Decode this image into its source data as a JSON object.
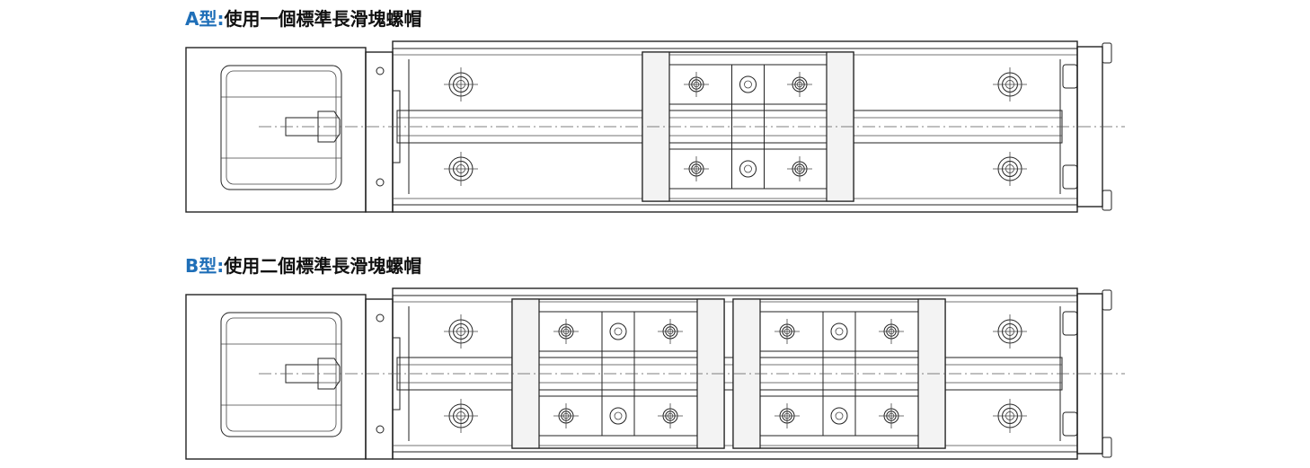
{
  "diagrams": [
    {
      "id": "a",
      "type_label": "A型",
      "separator": ":",
      "description": "使用一個標準長滑塊螺帽",
      "carriage_count": 1
    },
    {
      "id": "b",
      "type_label": "B型",
      "separator": ":",
      "description": "使用二個標準長滑塊螺帽",
      "carriage_count": 2
    }
  ],
  "colors": {
    "accent": "#1f6fb8",
    "text": "#111111",
    "line": "#222222"
  }
}
